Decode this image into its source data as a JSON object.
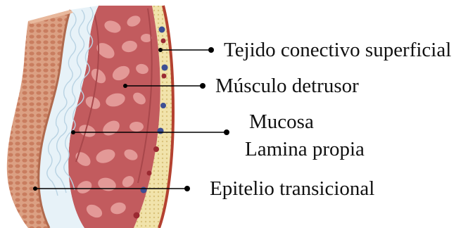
{
  "diagram": {
    "labels": {
      "superficial_connective": "Tejido conectivo superficial",
      "detrusor": "Músculo detrusor",
      "mucosa": "Mucosa",
      "lamina_propia": "Lamina propia",
      "transitional_epithelium": "Epitelio transicional"
    },
    "colors": {
      "epithelium": "#d9997a",
      "epithelium_cells": "#c47a5c",
      "lamina": "#e7f2f8",
      "muscle": "#c25b5e",
      "muscle_fibers": "#e9a4a2",
      "connective": "#efe1a5",
      "outer_edge": "#b44130",
      "vessel_blue": "#3d4f94",
      "vessel_red": "#9b2a32",
      "leader_line": "#000000"
    }
  }
}
